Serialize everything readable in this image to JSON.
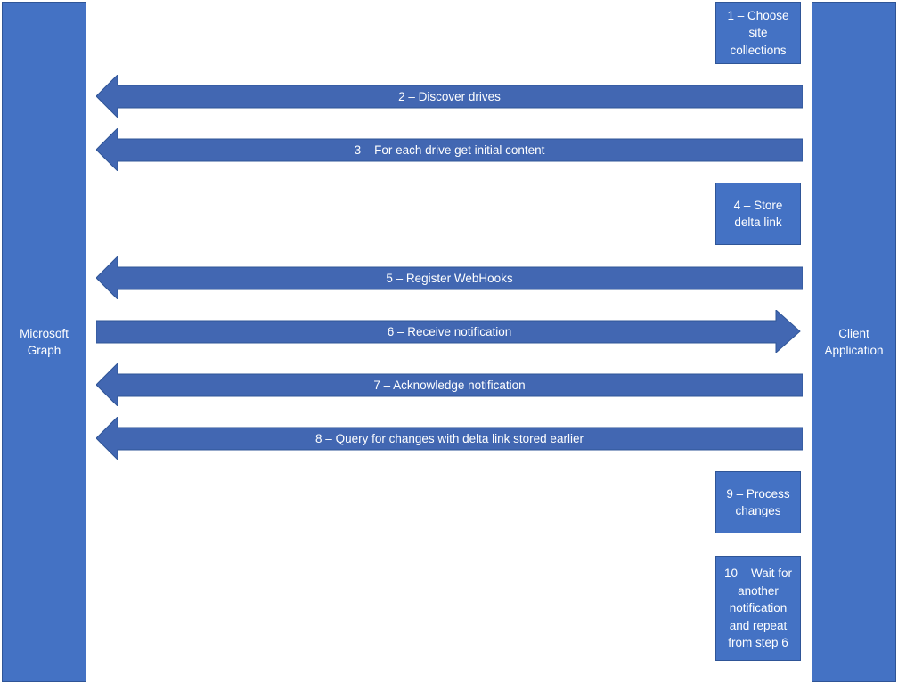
{
  "lanes": {
    "left": "Microsoft\nGraph",
    "right": "Client\nApplication"
  },
  "steps": {
    "s1": "1 – Choose\nsite\ncollections",
    "s2": "2 – Discover drives",
    "s3": "3 – For each drive get initial content",
    "s4": "4 – Store\ndelta link",
    "s5": "5 – Register WebHooks",
    "s6": "6 – Receive notification",
    "s7": "7 – Acknowledge notification",
    "s8": "8 – Query for changes with delta link stored earlier",
    "s9": "9 – Process\nchanges",
    "s10": "10 – Wait for\nanother\nnotification\nand repeat\nfrom step 6"
  },
  "colors": {
    "lane_fill": "#4472c4",
    "lane_border": "#2f5597",
    "arrow_fill": "#4267b2",
    "text": "#ffffff"
  }
}
